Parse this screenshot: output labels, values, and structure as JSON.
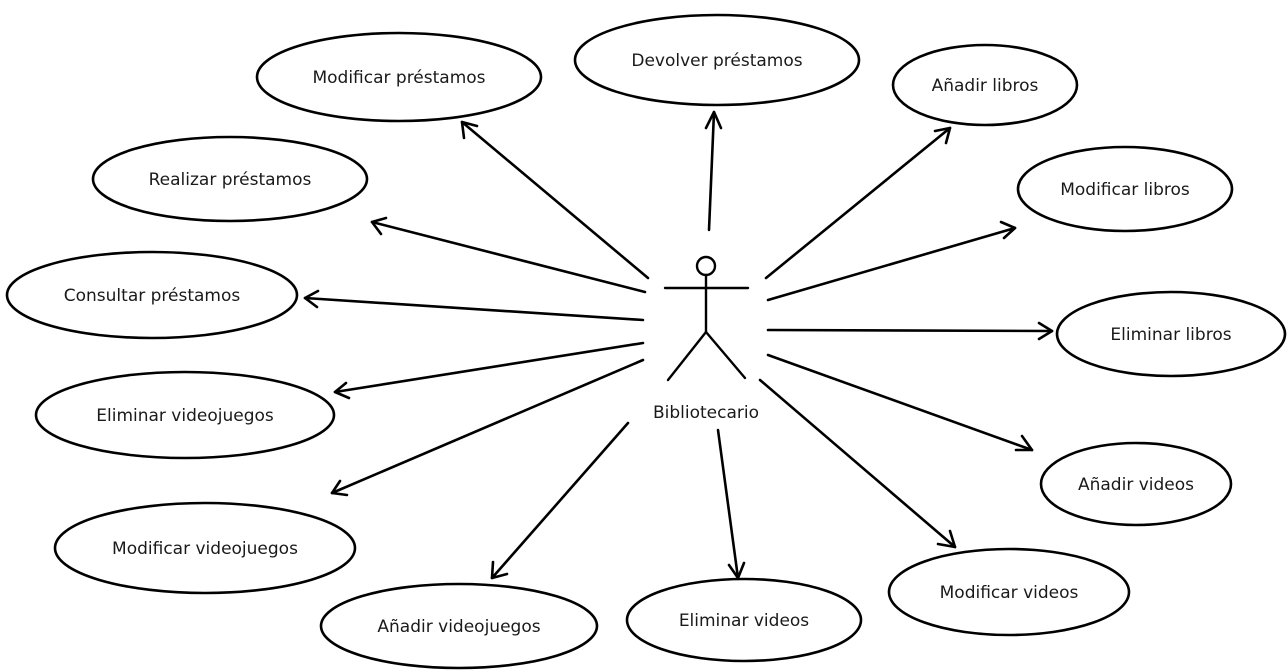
{
  "actor": {
    "name": "Bibliotecario",
    "icon": "stick-figure-actor-icon"
  },
  "use_cases": [
    {
      "id": "devolver-prestamos",
      "label": "Devolver préstamos"
    },
    {
      "id": "modificar-prestamos",
      "label": "Modificar préstamos"
    },
    {
      "id": "anadir-libros",
      "label": "Añadir libros"
    },
    {
      "id": "realizar-prestamos",
      "label": "Realizar préstamos"
    },
    {
      "id": "modificar-libros",
      "label": "Modificar libros"
    },
    {
      "id": "consultar-prestamos",
      "label": "Consultar préstamos"
    },
    {
      "id": "eliminar-libros",
      "label": "Eliminar libros"
    },
    {
      "id": "eliminar-videojuegos",
      "label": "Eliminar videojuegos"
    },
    {
      "id": "anadir-videos",
      "label": "Añadir videos"
    },
    {
      "id": "modificar-videojuegos",
      "label": "Modificar videojuegos"
    },
    {
      "id": "modificar-videos",
      "label": "Modificar videos"
    },
    {
      "id": "anadir-videojuegos",
      "label": "Añadir videojuegos"
    },
    {
      "id": "eliminar-videos",
      "label": "Eliminar videos"
    }
  ],
  "colors": {
    "stroke": "#000000",
    "background": "#ffffff",
    "text": "#1a1a1a"
  }
}
